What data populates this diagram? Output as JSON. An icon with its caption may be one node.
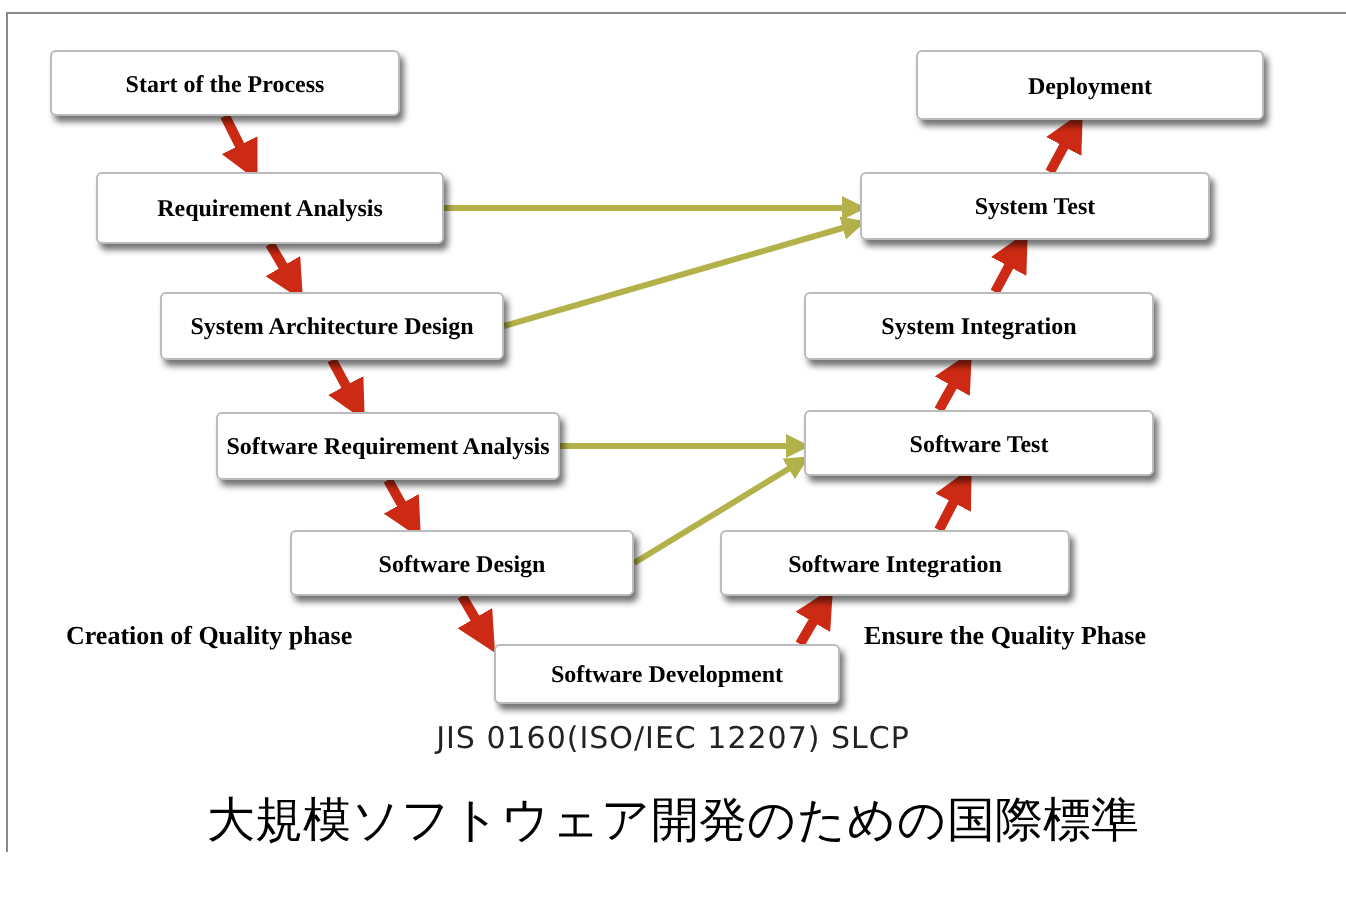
{
  "diagram": {
    "nodes": [
      {
        "text": [
          "Start of the Process"
        ]
      },
      {
        "text": [
          "Requirement Analysis"
        ]
      },
      {
        "text": [
          "System Architecture Design"
        ]
      },
      {
        "text": [
          "Software Requirement Analysis"
        ]
      },
      {
        "text": [
          "Software Design"
        ]
      },
      {
        "text": [
          "Software Development"
        ]
      },
      {
        "text": [
          "Software Integration"
        ]
      },
      {
        "text": [
          "Software Test"
        ]
      },
      {
        "text": [
          "System Integration"
        ]
      },
      {
        "text": [
          "System Test"
        ]
      },
      {
        "text": [
          "Deployment"
        ]
      }
    ],
    "edges": [
      {
        "from": 0,
        "to": 1,
        "arrow": "to"
      },
      {
        "from": 1,
        "to": 2,
        "arrow": "to"
      },
      {
        "from": 2,
        "to": 3,
        "arrow": "to"
      },
      {
        "from": 3,
        "to": 4,
        "arrow": "to"
      },
      {
        "from": 4,
        "to": 5,
        "arrow": "to"
      },
      {
        "from": 5,
        "to": 6,
        "arrow": "to"
      },
      {
        "from": 6,
        "to": 7,
        "arrow": "to"
      },
      {
        "from": 7,
        "to": 8,
        "arrow": "to"
      },
      {
        "from": 8,
        "to": 9,
        "arrow": "to"
      },
      {
        "from": 9,
        "to": 10,
        "arrow": "to"
      },
      {
        "from": 1,
        "to": 9,
        "arrow": "to",
        "color": "#b3b24a"
      },
      {
        "from": 2,
        "to": 9,
        "arrow": "to",
        "color": "#b3b24a"
      },
      {
        "from": 3,
        "to": 7,
        "arrow": "to",
        "color": "#b3b24a"
      },
      {
        "from": 4,
        "to": 7,
        "arrow": "to",
        "color": "#b3b24a"
      }
    ],
    "labels": [
      "Creation of Quality phase",
      "Ensure the Quality Phase",
      "JIS 0160(ISO/IEC 12207) SLCP"
    ],
    "caption": "大規模ソフトウェア開発のための国際標準"
  }
}
